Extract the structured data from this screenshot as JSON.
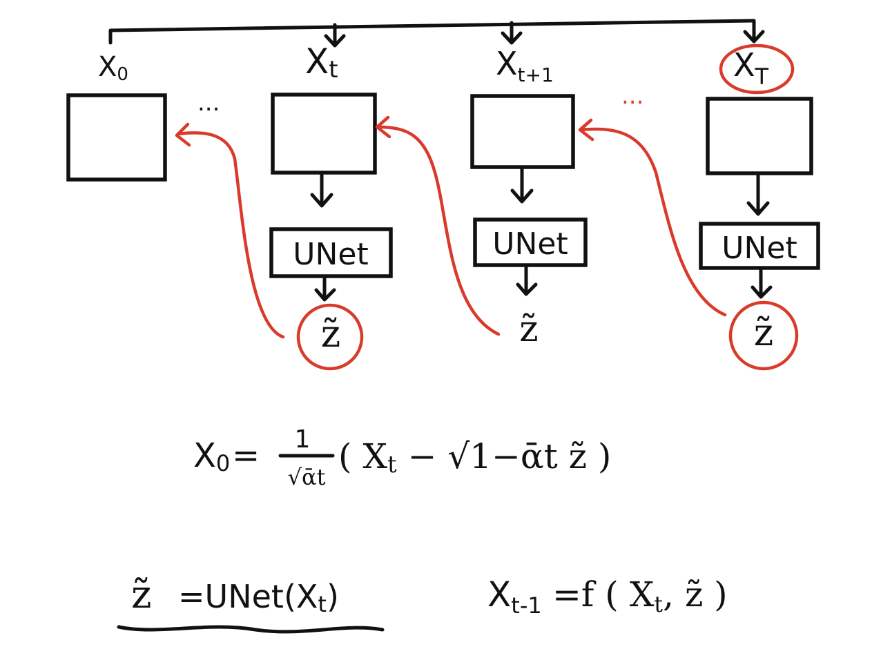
{
  "diagram": {
    "top_bus_targets": [
      "x_t",
      "x_t_plus_1",
      "x_T"
    ],
    "nodes": [
      {
        "id": "x0",
        "label_base": "X",
        "label_sub": "0",
        "highlighted": false
      },
      {
        "id": "xt",
        "label_base": "X",
        "label_sub": "t",
        "highlighted": false
      },
      {
        "id": "xt1",
        "label_base": "X",
        "label_sub": "t+1",
        "highlighted": false
      },
      {
        "id": "xT",
        "label_base": "X",
        "label_sub": "T",
        "highlighted": true
      }
    ],
    "ellipsis": "...",
    "unet_label": "UNet",
    "noise_symbol": "z̃",
    "colors": {
      "ink": "#111111",
      "accent": "#d93a2b"
    }
  },
  "equations": {
    "eq1": {
      "lhs_base": "X",
      "lhs_sub": "0",
      "equals": "=",
      "frac_num": "1",
      "frac_den": "√ᾱt",
      "body_open": "( X",
      "body_sub": "t",
      "body_mid": " − √1−ᾱt z̃ )"
    },
    "eq2": {
      "lhs": "z̃",
      "rhs": "=UNet(X",
      "rhs_sub": "t",
      "rhs_close": ")"
    },
    "eq3": {
      "lhs_base": "X",
      "lhs_sub": "t-1",
      "rhs_open": "=f ( X",
      "rhs_sub": "t",
      "rhs_close": ", z̃ )"
    }
  }
}
